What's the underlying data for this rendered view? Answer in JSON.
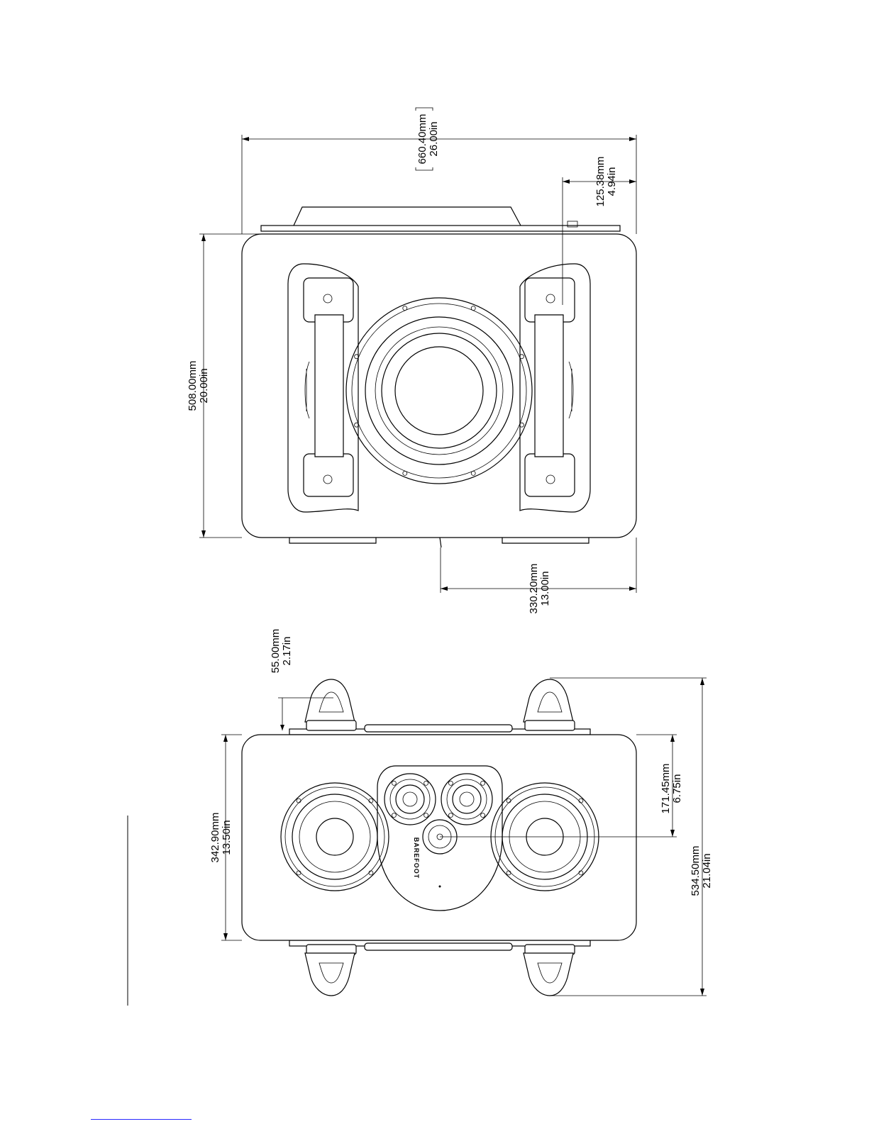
{
  "dimensions": {
    "top_overall_width": {
      "mm": "660.40mm",
      "in": "26.00in"
    },
    "top_offset": {
      "mm": "125.38mm",
      "in": "4.94in"
    },
    "top_height": {
      "mm": "508.00mm",
      "in": "20.00in"
    },
    "top_depth": {
      "mm": "330.20mm",
      "in": "13.00in"
    },
    "front_foot": {
      "mm": "55.00mm",
      "in": "2.17in"
    },
    "front_height": {
      "mm": "342.90mm",
      "in": "13.50in"
    },
    "front_center": {
      "mm": "171.45mm",
      "in": "6.75in"
    },
    "front_overall": {
      "mm": "534.50mm",
      "in": "21.04in"
    }
  },
  "brand_mark": "BAREFOOT",
  "colors": {
    "line": "#000000",
    "background": "#ffffff",
    "link": "#2a2aff"
  }
}
